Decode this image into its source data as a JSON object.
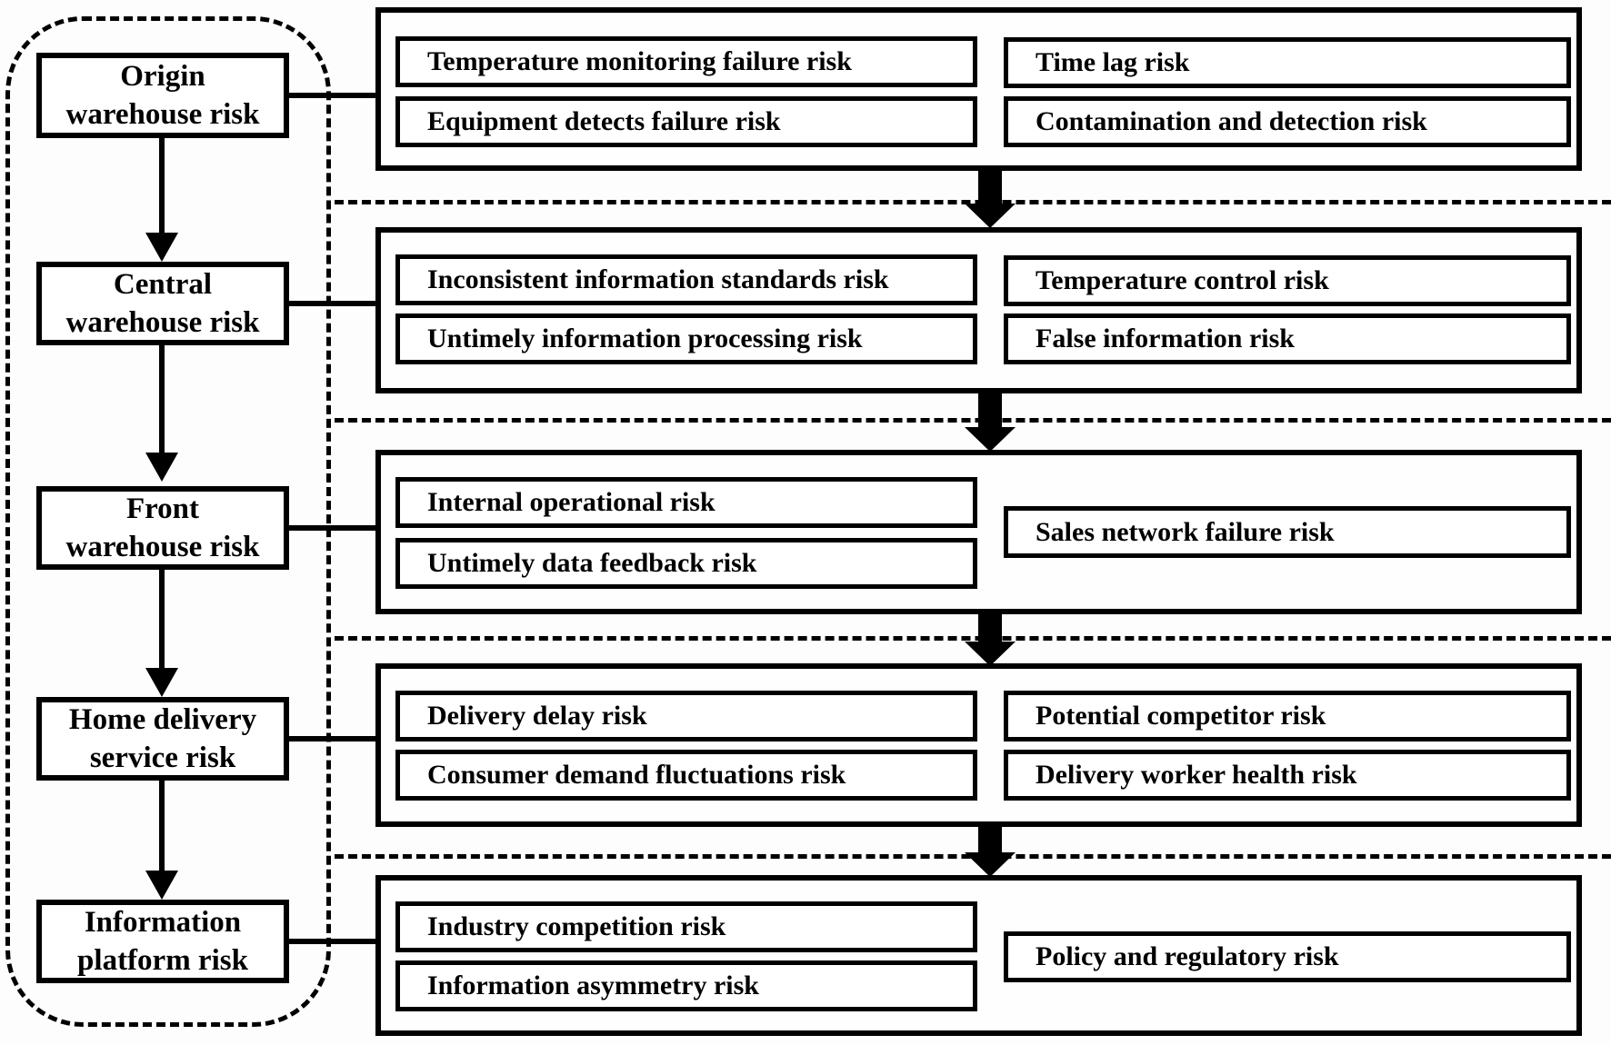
{
  "colors": {
    "ink": "#000000",
    "paper": "#fdfdfd",
    "box_fill": "#ffffff"
  },
  "pipeline": {
    "stages": [
      {
        "lines": [
          "Origin",
          "warehouse risk"
        ]
      },
      {
        "lines": [
          "Central",
          "warehouse risk"
        ]
      },
      {
        "lines": [
          "Front",
          "warehouse risk"
        ]
      },
      {
        "lines": [
          "Home delivery",
          "service risk"
        ]
      },
      {
        "lines": [
          "Information",
          "platform risk"
        ]
      }
    ]
  },
  "sections": [
    {
      "left": [
        "Temperature monitoring failure risk",
        "Equipment detects failure risk"
      ],
      "right": [
        "Time lag risk",
        "Contamination and detection risk"
      ]
    },
    {
      "left": [
        "Inconsistent information standards risk",
        "Untimely information processing risk"
      ],
      "right": [
        "Temperature control risk",
        "False information risk"
      ]
    },
    {
      "left": [
        "Internal operational risk",
        "Untimely data feedback risk"
      ],
      "right": [
        "Sales network failure risk"
      ]
    },
    {
      "left": [
        "Delivery delay risk",
        "Consumer demand fluctuations risk"
      ],
      "right": [
        "Potential competitor risk",
        "Delivery worker health risk"
      ]
    },
    {
      "left": [
        "Industry competition risk",
        "Information asymmetry risk"
      ],
      "right": [
        "Policy and regulatory risk"
      ]
    }
  ]
}
